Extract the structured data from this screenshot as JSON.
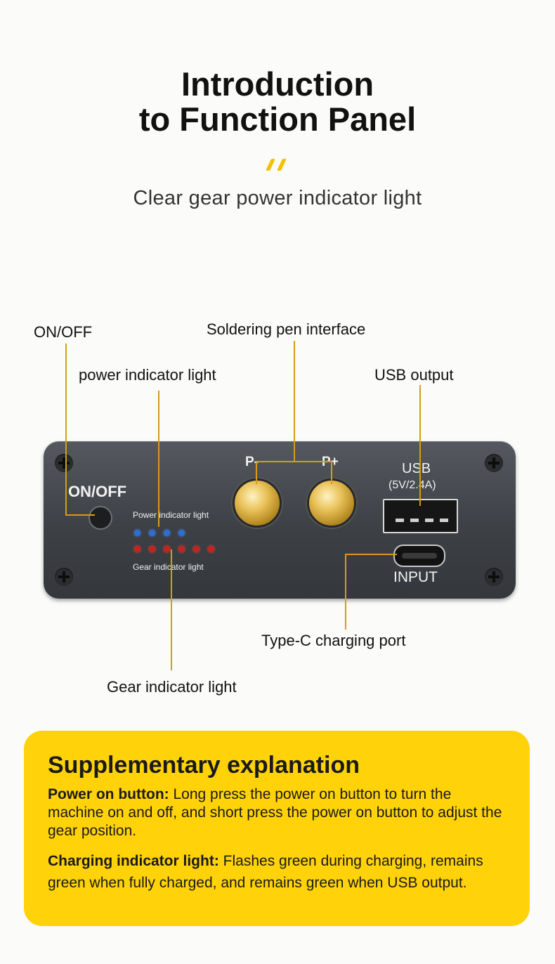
{
  "header": {
    "title_line1": "Introduction",
    "title_line2": "to Function Panel",
    "subtitle": "Clear gear power indicator light"
  },
  "callouts": {
    "on_off": "ON/OFF",
    "soldering_pen_interface": "Soldering pen interface",
    "power_indicator_light": "power indicator light",
    "usb_output": "USB output",
    "type_c_charging_port": "Type-C charging port",
    "gear_indicator_light": "Gear indicator light"
  },
  "panel": {
    "on_off_label": "ON/OFF",
    "power_indicator_label": "Power indicator light",
    "gear_indicator_label": "Gear indicator light",
    "p_minus_label": "P-",
    "p_plus_label": "P+",
    "usb_label": "USB",
    "usb_spec": "(5V/2.4A)",
    "input_label": "INPUT",
    "blue_leds": 4,
    "red_leds": 6
  },
  "supplementary": {
    "title": "Supplementary explanation",
    "power_button_heading": "Power on button:",
    "power_button_text": " Long press the power on button to turn the machine on and off, and short press the power on button to adjust the gear position.",
    "charging_heading": "Charging indicator light:",
    "charging_text": " Flashes green during charging, remains green when fully charged, and remains green when USB output."
  },
  "colors": {
    "accent_yellow": "#ffd20a",
    "callout_line": "#d89a1c",
    "panel": "#3d4045"
  }
}
